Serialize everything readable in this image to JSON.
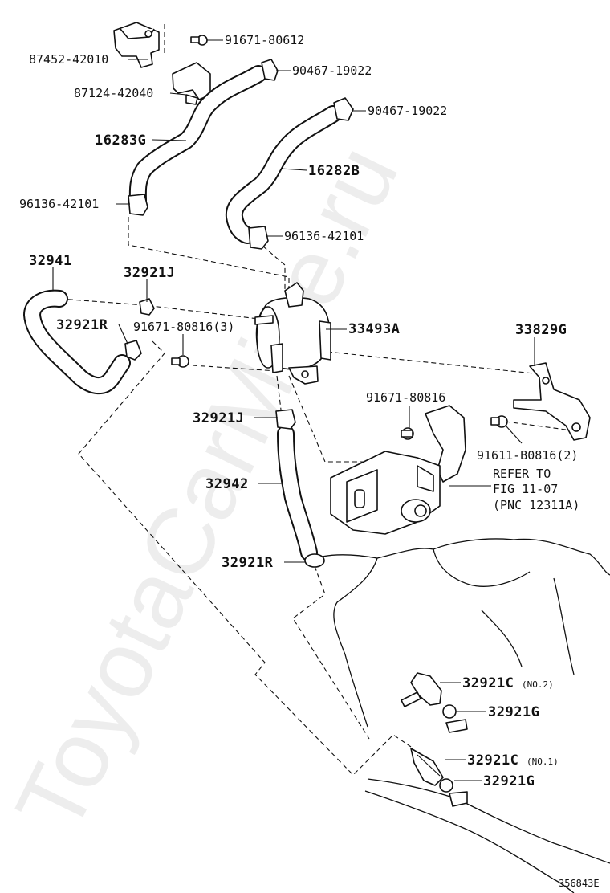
{
  "watermark": "ToyotaCarMine.ru",
  "figure_id": "356843E",
  "labels": {
    "p91671_80612": "91671-80612",
    "p87452_42010": "87452-42010",
    "p87124_42040": "87124-42040",
    "p90467_19022_a": "90467-19022",
    "p90467_19022_b": "90467-19022",
    "p16283g": "16283G",
    "p16282b": "16282B",
    "p96136_42101_a": "96136-42101",
    "p96136_42101_b": "96136-42101",
    "p32941": "32941",
    "p32921j_a": "32921J",
    "p32921r_a": "32921R",
    "p91671_80816_3": "91671-80816(3)",
    "p33493a": "33493A",
    "p33829g": "33829G",
    "p91671_80816": "91671-80816",
    "p32921j_b": "32921J",
    "p91611_b0816_2": "91611-B0816(2)",
    "refer_line1": "REFER TO",
    "refer_line2": "FIG 11-07",
    "refer_line3": "(PNC 12311A)",
    "p32942": "32942",
    "p32921r_b": "32921R",
    "p32921c_no2": "32921C",
    "p32921c_no2_note": "(NO.2)",
    "p32921g_a": "32921G",
    "p32921c_no1": "32921C",
    "p32921c_no1_note": "(NO.1)",
    "p32921g_b": "32921G"
  }
}
